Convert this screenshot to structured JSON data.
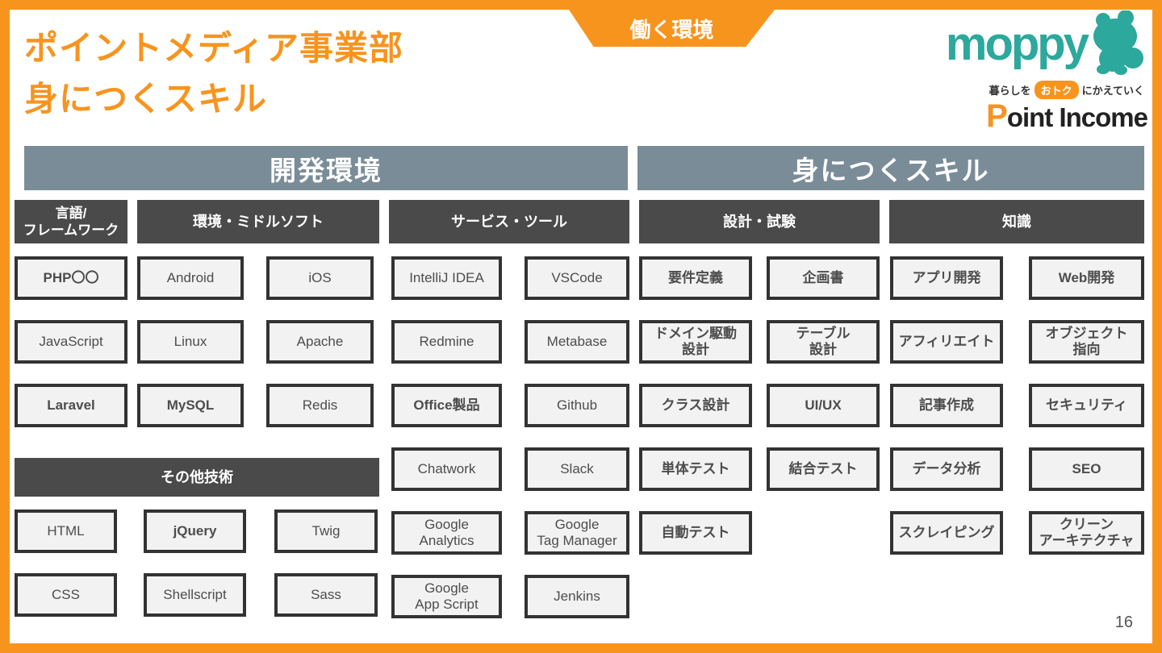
{
  "ribbon": {
    "label": "働く環境"
  },
  "title": {
    "line1": "ポイントメディア事業部",
    "line2": "身につくスキル"
  },
  "logos": {
    "moppy": "moppy",
    "tagline_prefix": "暮らしを",
    "tagline_badge": "おトク",
    "tagline_suffix": "にかえていく",
    "point_income_initial": "P",
    "point_income_rest": "oint Income"
  },
  "sections": {
    "dev": {
      "title": "開発環境"
    },
    "skills": {
      "title": "身につくスキル"
    }
  },
  "subheaders": {
    "lang": "言語/\nフレームワーク",
    "env": "環境・ミドルソフト",
    "svc": "サービス・ツール",
    "design": "設計・試験",
    "knowledge": "知識",
    "other": "その他技術"
  },
  "columns": [
    {
      "key": "lang",
      "items": [
        {
          "label": "PHP〇〇",
          "bold": true
        },
        {
          "label": "JavaScript",
          "bold": false
        },
        {
          "label": "Laravel",
          "bold": true
        }
      ]
    },
    {
      "key": "envA",
      "items": [
        {
          "label": "Android",
          "bold": false
        },
        {
          "label": "Linux",
          "bold": false
        },
        {
          "label": "MySQL",
          "bold": true
        }
      ]
    },
    {
      "key": "envB",
      "items": [
        {
          "label": "iOS",
          "bold": false
        },
        {
          "label": "Apache",
          "bold": false
        },
        {
          "label": "Redis",
          "bold": false
        }
      ]
    },
    {
      "key": "svcA",
      "items": [
        {
          "label": "IntelliJ IDEA",
          "bold": false
        },
        {
          "label": "Redmine",
          "bold": false
        },
        {
          "label": "Office製品",
          "bold": true
        },
        {
          "label": "Chatwork",
          "bold": false
        },
        {
          "label": "Google\nAnalytics",
          "bold": false
        },
        {
          "label": "Google\nApp Script",
          "bold": false
        }
      ]
    },
    {
      "key": "svcB",
      "items": [
        {
          "label": "VSCode",
          "bold": false
        },
        {
          "label": "Metabase",
          "bold": false
        },
        {
          "label": "Github",
          "bold": false
        },
        {
          "label": "Slack",
          "bold": false
        },
        {
          "label": "Google\nTag Manager",
          "bold": false
        },
        {
          "label": "Jenkins",
          "bold": false
        }
      ]
    },
    {
      "key": "desA",
      "items": [
        {
          "label": "要件定義",
          "bold": true
        },
        {
          "label": "ドメイン駆動\n設計",
          "bold": true
        },
        {
          "label": "クラス設計",
          "bold": true
        },
        {
          "label": "単体テスト",
          "bold": true
        },
        {
          "label": "自動テスト",
          "bold": true
        }
      ]
    },
    {
      "key": "desB",
      "items": [
        {
          "label": "企画書",
          "bold": true
        },
        {
          "label": "テーブル\n設計",
          "bold": true
        },
        {
          "label": "UI/UX",
          "bold": true
        },
        {
          "label": "結合テスト",
          "bold": true
        }
      ]
    },
    {
      "key": "knoA",
      "items": [
        {
          "label": "アプリ開発",
          "bold": true
        },
        {
          "label": "アフィリエイト",
          "bold": true
        },
        {
          "label": "記事作成",
          "bold": true
        },
        {
          "label": "データ分析",
          "bold": true
        },
        {
          "label": "スクレイピング",
          "bold": true
        }
      ]
    },
    {
      "key": "knoB",
      "items": [
        {
          "label": "Web開発",
          "bold": true
        },
        {
          "label": "オブジェクト\n指向",
          "bold": true
        },
        {
          "label": "セキュリティ",
          "bold": true
        },
        {
          "label": "SEO",
          "bold": true
        },
        {
          "label": "クリーン\nアーキテクチャ",
          "bold": true
        }
      ]
    },
    {
      "key": "othA",
      "items": [
        {
          "label": "HTML",
          "bold": false
        },
        {
          "label": "CSS",
          "bold": false
        }
      ]
    },
    {
      "key": "othB",
      "items": [
        {
          "label": "jQuery",
          "bold": true
        },
        {
          "label": "Shellscript",
          "bold": false
        }
      ]
    },
    {
      "key": "othC",
      "items": [
        {
          "label": "Twig",
          "bold": false
        },
        {
          "label": "Sass",
          "bold": false
        }
      ]
    }
  ],
  "page": {
    "number": "16"
  },
  "colors": {
    "orange": "#F7941E",
    "teal": "#2CA89C",
    "slate": "#7B8C99",
    "dark_gray": "#4A4A4A",
    "box_bg": "#F2F2F2",
    "box_border": "#333333"
  }
}
